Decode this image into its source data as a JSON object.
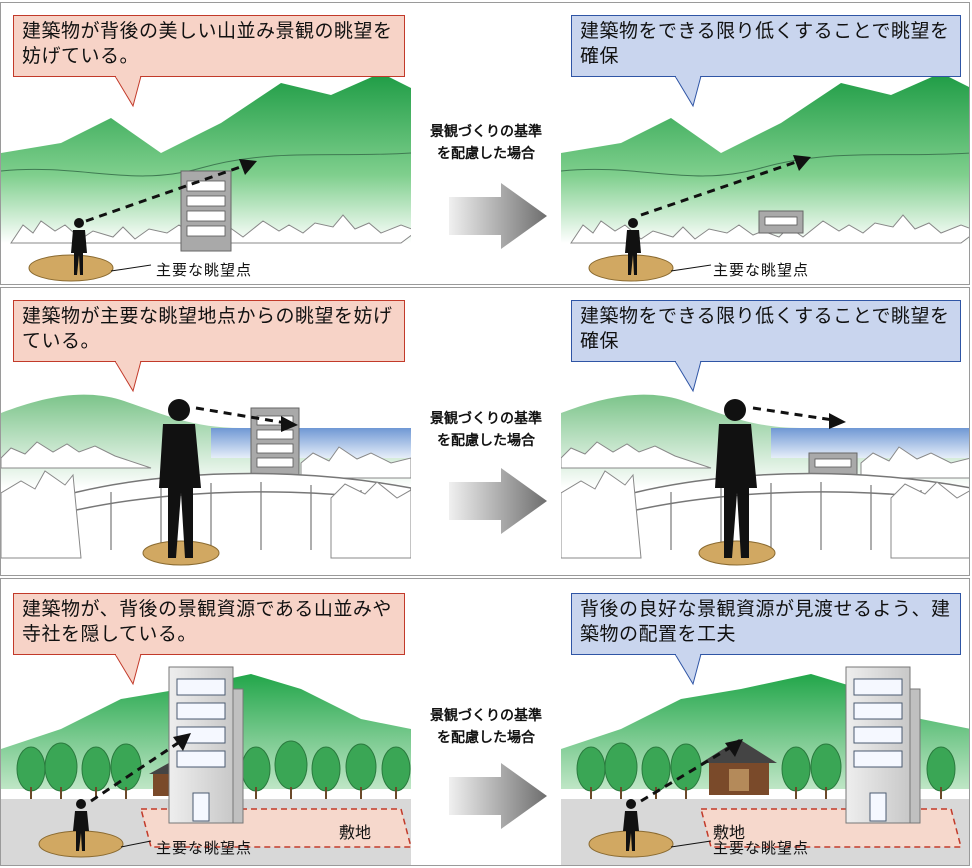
{
  "rows": [
    {
      "before_caption": "建築物が背後の美しい山並み景観の眺望を妨げている。",
      "after_caption": "建築物をできる限り低くすることで眺望を確保",
      "middle_label_line1": "景観づくりの基準",
      "middle_label_line2": "を配慮した場合",
      "viewpoint_label": "主要な眺望点"
    },
    {
      "before_caption": "建築物が主要な眺望地点からの眺望を妨げている。",
      "after_caption": "建築物をできる限り低くすることで眺望を確保",
      "middle_label_line1": "景観づくりの基準",
      "middle_label_line2": "を配慮した場合"
    },
    {
      "before_caption": "建築物が、背後の景観資源である山並みや寺社を隠している。",
      "after_caption": "背後の良好な景観資源が見渡せるよう、建築物の配置を工夫",
      "middle_label_line1": "景観づくりの基準",
      "middle_label_line2": "を配慮した場合",
      "viewpoint_label": "主要な眺望点",
      "site_label": "敷地"
    }
  ],
  "colors": {
    "caption_before_bg": "#f7d3c7",
    "caption_before_border": "#c23a2a",
    "caption_after_bg": "#c9d5ee",
    "caption_after_border": "#2f55a5",
    "mountain_green": "#2fae55",
    "water_blue": "#8fb0dc",
    "ground_tan": "#d1a862"
  }
}
